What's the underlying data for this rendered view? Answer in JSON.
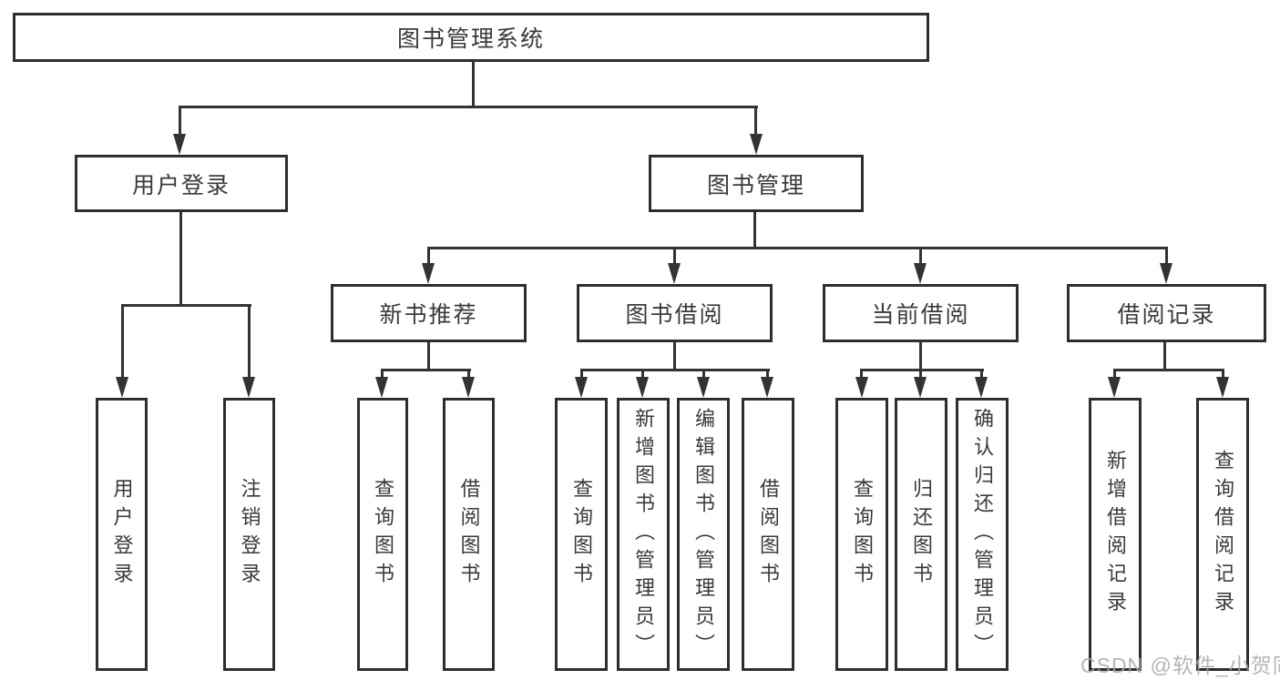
{
  "diagram": {
    "title": "图书管理系统",
    "user_branch": {
      "label": "用户登录",
      "children": [
        "用户登录",
        "注销登录"
      ]
    },
    "book_branch": {
      "label": "图书管理",
      "sections": [
        {
          "label": "新书推荐",
          "children": [
            "查询图书",
            "借阅图书"
          ]
        },
        {
          "label": "图书借阅",
          "children": [
            "查询图书",
            "新增图书（管理员）",
            "编辑图书（管理员）",
            "借阅图书"
          ]
        },
        {
          "label": "当前借阅",
          "children": [
            "查询图书",
            "归还图书",
            "确认归还（管理员）"
          ]
        },
        {
          "label": "借阅记录",
          "children": [
            "新增借阅记录",
            "查询借阅记录"
          ]
        }
      ]
    }
  },
  "watermark": "CSDN @软件_小贺同学",
  "colors": {
    "background": "#ffffff",
    "line": "#333333",
    "box_border": "#2e2e2e",
    "text": "#3a3a3a",
    "watermark": "#a8a8a8"
  }
}
